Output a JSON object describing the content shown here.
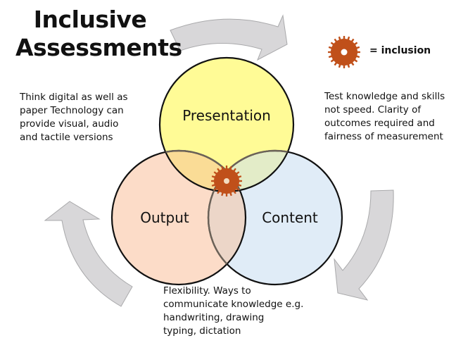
{
  "title": {
    "line1": "Inclusive",
    "line2": "Assessments"
  },
  "legend": {
    "icon": "gear-icon",
    "label": "= inclusion",
    "icon_color": "#c0501a"
  },
  "circles": [
    {
      "id": "presentation",
      "label": "Presentation",
      "fill": "#fffb96"
    },
    {
      "id": "output",
      "label": "Output",
      "fill": "#fcdcc8"
    },
    {
      "id": "content",
      "label": "Content",
      "fill": "#e0ecf7"
    }
  ],
  "notes": {
    "presentation": "Think digital as well as\npaper  Technology can\nprovide visual, audio\nand tactile versions",
    "content": "Test knowledge and skills\nnot speed.  Clarity of\noutcomes required and\nfairness of measurement",
    "output": "Flexibility.  Ways to\ncommunicate knowledge e.g.\nhandwriting, drawing\ntyping, dictation"
  },
  "arrows": {
    "color": "#d8d7d9",
    "outline": "#a9a9ab"
  },
  "center_icon": "gear-icon"
}
